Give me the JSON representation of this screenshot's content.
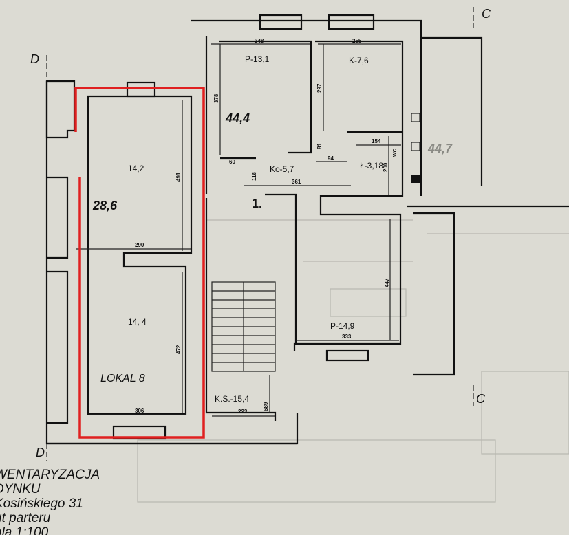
{
  "section_marks": {
    "c_top": "C",
    "c_bottom": "C",
    "d_top": "D",
    "d_bottom": "D"
  },
  "unit_left": {
    "name": "LOKAL 8",
    "total_area": "28,6",
    "room_top_area": "14,2",
    "room_bottom_area": "14, 4",
    "dims": {
      "d491": "491",
      "d290": "290",
      "d472": "472",
      "d306": "306"
    }
  },
  "unit_middle": {
    "total_area": "44,4",
    "rooms": {
      "p": "P-13,1",
      "k": "K-7,6",
      "ko": "Ko-5,7",
      "l": "Ł-3,18"
    },
    "dims": {
      "d348": "348",
      "d255": "255",
      "d378": "378",
      "d297": "297",
      "d81": "81",
      "d94": "94",
      "d154": "154",
      "d200": "200",
      "d60": "60",
      "d118": "118",
      "d361": "361"
    },
    "wc": "WC"
  },
  "unit_right": {
    "total_area": "44,7"
  },
  "stair": {
    "label": "1.",
    "ks": "K.S.-15,4",
    "d223": "223",
    "d689": "689"
  },
  "room_p149": {
    "label": "P-14,9",
    "d447": "447",
    "d333": "333"
  },
  "title_block": {
    "lines": [
      "WENTARYZACJA",
      "DYNKU",
      "Kosińskiego 31",
      "ut parteru",
      "ala 1:100"
    ]
  },
  "colors": {
    "highlight": "#e02020",
    "paper": "#dcdbd3"
  }
}
